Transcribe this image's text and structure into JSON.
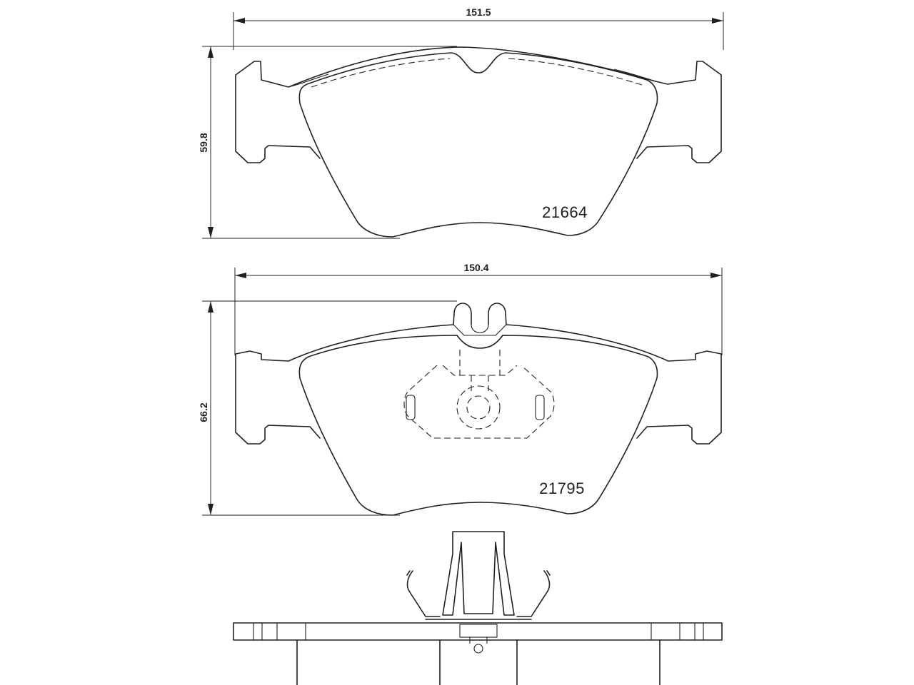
{
  "top_pad": {
    "width_dimension": "151.5",
    "height_dimension": "59.8",
    "part_number": "21664"
  },
  "bottom_pad": {
    "width_dimension": "150.4",
    "height_dimension": "66.2",
    "part_number": "21795"
  },
  "colors": {
    "line": "#231f20",
    "background": "#ffffff"
  }
}
